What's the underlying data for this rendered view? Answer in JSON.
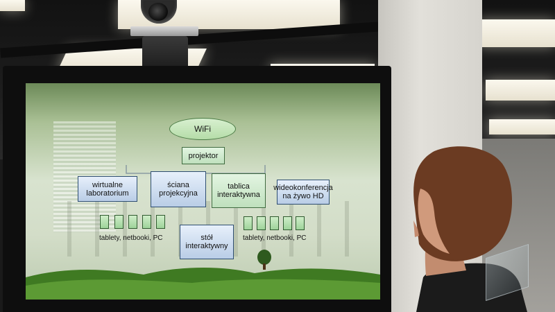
{
  "diagram": {
    "wifi": "WiFi",
    "projector": "projektor",
    "virtual_lab": "wirtualne\nlaboratorium",
    "projection_wall": "ściana\nprojekcyjna",
    "interactive_board": "tablica\ninteraktywna",
    "videoconference": "wideokonferencja\nna żywo HD",
    "interactive_table": "stół\ninteraktywny",
    "devices_left": "tablety, netbooki, PC",
    "devices_right": "tablety, netbooki, PC"
  },
  "colors": {
    "box_border": "#2d4d70",
    "box_blue": "#b9cde6",
    "box_green": "#bfe0bd",
    "hill_green": "#4f8a2c"
  }
}
